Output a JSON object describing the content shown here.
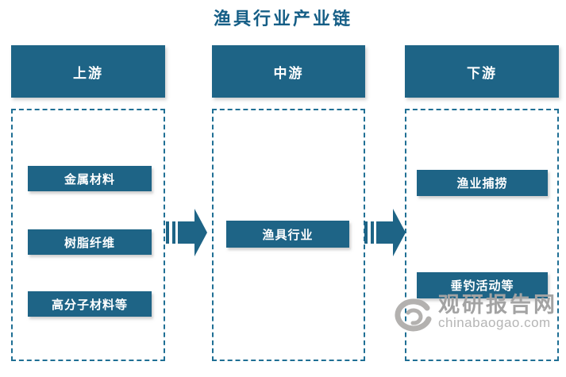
{
  "title": "渔具行业产业链",
  "colors": {
    "box_teal": "#1e6486",
    "dashed_border": "#1f6f94",
    "title_blue": "#155e86",
    "watermark_gray": "#a3a3a3",
    "watermark_url_gray": "#b5b5b5"
  },
  "columns": [
    {
      "header": "上游",
      "items": [
        "金属材料",
        "树脂纤维",
        "高分子材料等"
      ]
    },
    {
      "header": "中游",
      "items": [
        "渔具行业"
      ]
    },
    {
      "header": "下游",
      "items": [
        "渔业捕捞",
        "垂钓活动等"
      ]
    }
  ],
  "arrows": [
    {
      "name": "upstream-to-midstream"
    },
    {
      "name": "midstream-to-downstream"
    }
  ],
  "watermark": {
    "logo_icon": "swirl-logo",
    "site_name": "观研报告网",
    "site_url": "chinabaogao.com"
  }
}
